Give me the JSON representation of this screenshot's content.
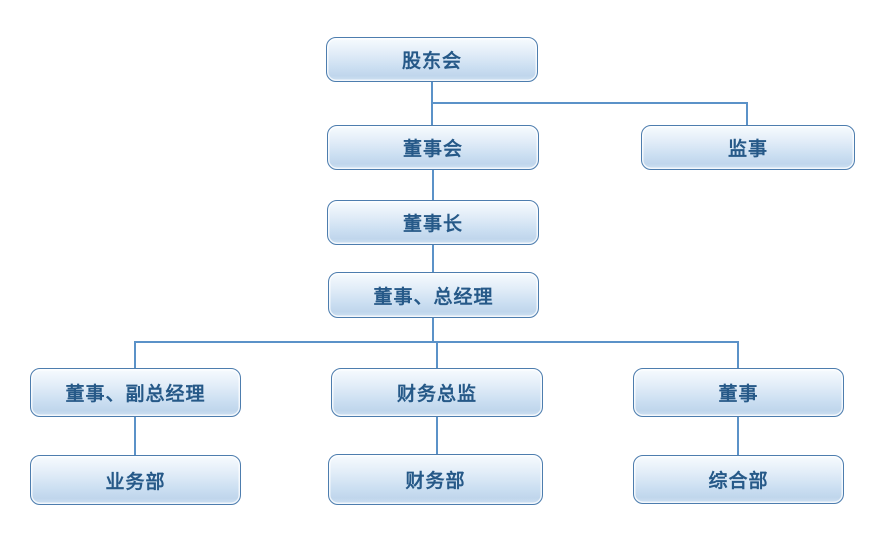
{
  "org_chart": {
    "type": "organization-chart",
    "nodes": [
      {
        "id": "shareholders-meeting",
        "label": "股东会"
      },
      {
        "id": "board-of-directors",
        "label": "董事会"
      },
      {
        "id": "supervisor",
        "label": "监事"
      },
      {
        "id": "chairman",
        "label": "董事长"
      },
      {
        "id": "director-general-manager",
        "label": "董事、总经理"
      },
      {
        "id": "director-deputy-general-manager",
        "label": "董事、副总经理"
      },
      {
        "id": "finance-director",
        "label": "财务总监"
      },
      {
        "id": "director",
        "label": "董事"
      },
      {
        "id": "business-department",
        "label": "业务部"
      },
      {
        "id": "finance-department",
        "label": "财务部"
      },
      {
        "id": "general-department",
        "label": "综合部"
      }
    ],
    "edges": [
      [
        "股东会",
        "董事会"
      ],
      [
        "股东会",
        "监事"
      ],
      [
        "董事会",
        "董事长"
      ],
      [
        "董事长",
        "董事、总经理"
      ],
      [
        "董事、总经理",
        "董事、副总经理"
      ],
      [
        "董事、总经理",
        "财务总监"
      ],
      [
        "董事、总经理",
        "董事"
      ],
      [
        "董事、副总经理",
        "业务部"
      ],
      [
        "财务总监",
        "财务部"
      ],
      [
        "董事",
        "综合部"
      ]
    ],
    "colors": {
      "node_border": "#4d7dae",
      "node_fill_top": "#f7fbfe",
      "node_fill_bottom": "#c0d6ec",
      "node_text": "#265988",
      "connector": "#5b92c8",
      "background": "#ffffff"
    }
  }
}
